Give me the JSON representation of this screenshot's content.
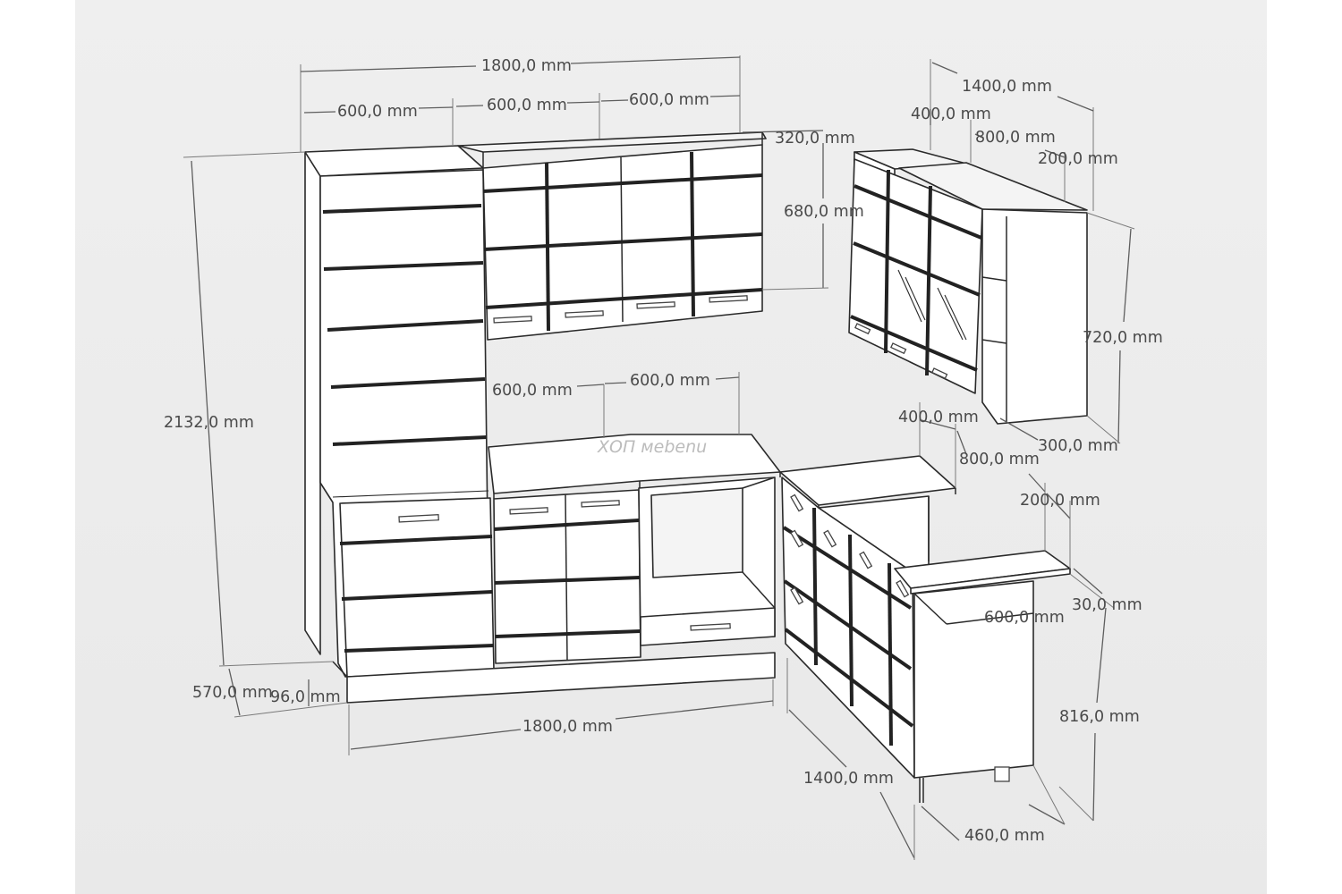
{
  "figure": {
    "watermark": "ХОП мebenu",
    "dimensions": {
      "upper_total_width": "1800,0 mm",
      "upper_col1_width": "600,0 mm",
      "upper_col2_width": "600,0 mm",
      "upper_col3_width": "600,0 mm",
      "upper_depth": "320,0 mm",
      "upper_height": "680,0 mm",
      "total_height": "2132,0 mm",
      "counter_left_width": "600,0 mm",
      "counter_right_width": "600,0 mm",
      "base_depth": "570,0 mm",
      "plinth_height": "96,0 mm",
      "base_total_width": "1800,0 mm",
      "wall_unit_total_width": "1400,0 mm",
      "wall_unit_left_width": "400,0 mm",
      "wall_unit_mid_width": "800,0 mm",
      "wall_unit_right_width": "200,0 mm",
      "wall_unit_height": "720,0 mm",
      "wall_unit_depth": "300,0 mm",
      "corner_left_width": "400,0 mm",
      "corner_mid_width": "800,0 mm",
      "corner_right_width": "200,0 mm",
      "bar_depth": "600,0 mm",
      "bar_thickness": "30,0 mm",
      "bar_height": "816,0 mm",
      "corner_run_length": "1400,0 mm",
      "bar_width": "460,0 mm"
    }
  }
}
